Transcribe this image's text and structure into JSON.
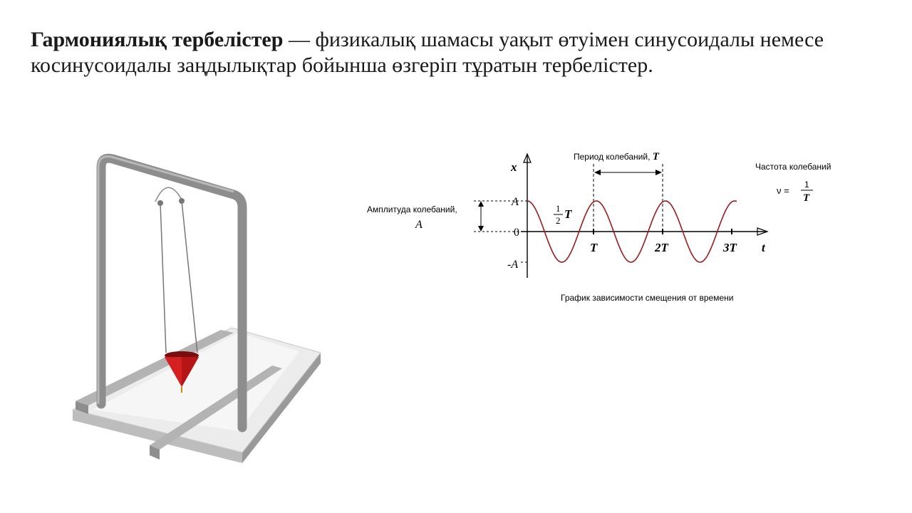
{
  "definition": {
    "term": "Гармониялық тербелістер",
    "dash": " — ",
    "text": "физикалық шамасы уақыт өтуімен синусоидалы немесе косинусоидалы заңдылықтар бойынша өзгеріп тұратын тербелістер."
  },
  "graph": {
    "x_axis_label": "x",
    "t_axis_label": "t",
    "tick_A": "A",
    "tick_0": "0",
    "tick_negA": "-A",
    "tick_T": "T",
    "tick_2T": "2T",
    "tick_3T": "3T",
    "period_label": "Период колебаний, ",
    "period_symbol": "T",
    "frequency_label": "Частота колебаний",
    "frequency_nu": "ν =",
    "frequency_num": "1",
    "frequency_den": "T",
    "amplitude_label": "Амплитуда колебаний,",
    "amplitude_symbol": "A",
    "half_num": "1",
    "half_den": "2",
    "half_T": "T",
    "caption": "График зависимости смещения от времени",
    "curve_color": "#9b1c1c"
  },
  "pendulum": {
    "frame_color": "#8f8f8f",
    "bob_color": "#d11f1f",
    "base_color": "#e9e9e9",
    "rail_color": "#a7a7a7"
  }
}
